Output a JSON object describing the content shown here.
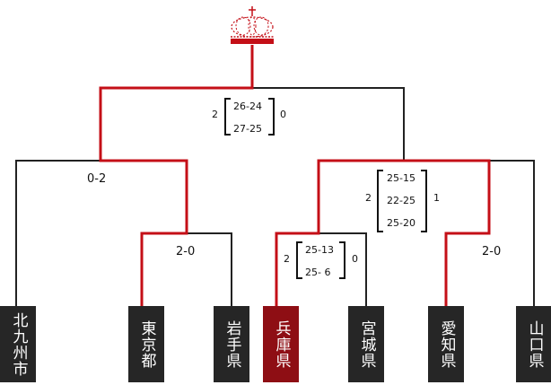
{
  "colors": {
    "winner_line": "#c40f17",
    "line": "#222222",
    "winner_box": "#8e0e14",
    "team_box": "#262626"
  },
  "trophy": {
    "icon": "crown-icon"
  },
  "teams": [
    {
      "name": "北九州市",
      "winner": false
    },
    {
      "name": "東京都",
      "winner": false
    },
    {
      "name": "岩手県",
      "winner": false
    },
    {
      "name": "兵庫県",
      "winner": true
    },
    {
      "name": "宮城県",
      "winner": false
    },
    {
      "name": "愛知県",
      "winner": false
    },
    {
      "name": "山口県",
      "winner": false
    }
  ],
  "matches": {
    "r1_left": {
      "score": "2-0"
    },
    "r1_right": {
      "score": "2-0"
    },
    "r1_mid": {
      "left": "2",
      "right": "0",
      "sets": [
        "25-13",
        "25- 6"
      ]
    },
    "r2_left": {
      "score": "0-2"
    },
    "r2_right": {
      "left": "2",
      "right": "1",
      "sets": [
        "25-15",
        "22-25",
        "25-20"
      ]
    },
    "final": {
      "left": "2",
      "right": "0",
      "sets": [
        "26-24",
        "27-25"
      ]
    }
  }
}
